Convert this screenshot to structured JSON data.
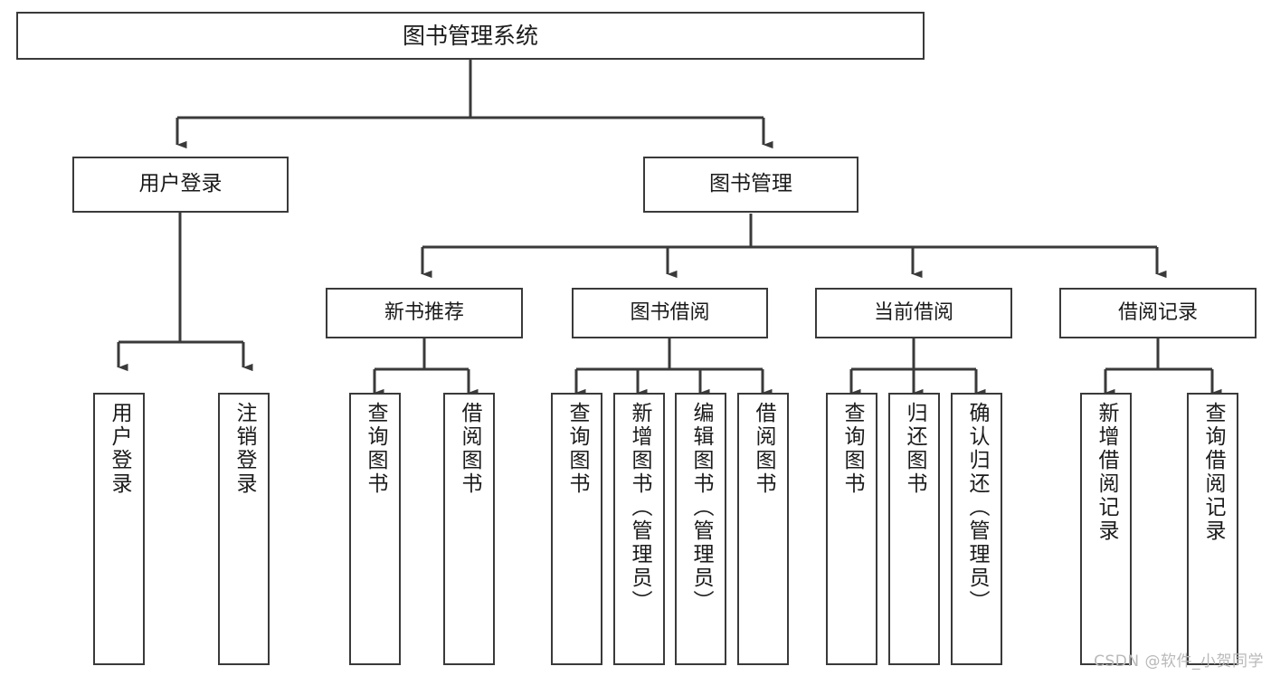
{
  "diagram": {
    "title": "图书管理系统",
    "type": "tree-hierarchy-diagram",
    "watermark": "CSDN @软件_小贺同学",
    "colors": {
      "background": "#ffffff",
      "box_border": "#3a3a3a",
      "box_fill": "#ffffff",
      "text": "#1b1b1b",
      "edge": "#3a3a3a",
      "watermark": "#b9b9b9"
    },
    "root": {
      "label": "图书管理系统"
    },
    "level2": [
      {
        "label": "用户登录"
      },
      {
        "label": "图书管理"
      }
    ],
    "level3": [
      {
        "label": "新书推荐"
      },
      {
        "label": "图书借阅"
      },
      {
        "label": "当前借阅"
      },
      {
        "label": "借阅记录"
      }
    ],
    "leaves": [
      {
        "label": "用户登录",
        "parent": "用户登录"
      },
      {
        "label": "注销登录",
        "parent": "用户登录"
      },
      {
        "label": "查询图书",
        "parent": "新书推荐"
      },
      {
        "label": "借阅图书",
        "parent": "新书推荐"
      },
      {
        "label": "查询图书",
        "parent": "图书借阅"
      },
      {
        "label": "新增图书（管理员）",
        "parent": "图书借阅"
      },
      {
        "label": "编辑图书（管理员）",
        "parent": "图书借阅"
      },
      {
        "label": "借阅图书",
        "parent": "图书借阅"
      },
      {
        "label": "查询图书",
        "parent": "当前借阅"
      },
      {
        "label": "归还图书",
        "parent": "当前借阅"
      },
      {
        "label": "确认归还（管理员）",
        "parent": "当前借阅"
      },
      {
        "label": "新增借阅记录",
        "parent": "借阅记录"
      },
      {
        "label": "查询借阅记录",
        "parent": "借阅记录"
      }
    ]
  }
}
